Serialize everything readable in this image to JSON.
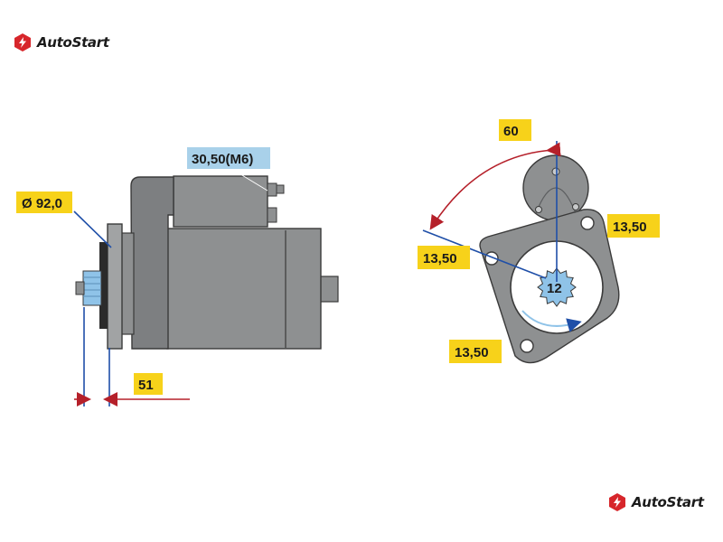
{
  "brand": {
    "name": "AutoStart",
    "accent_color": "#d7262b",
    "icon": "autostart-logo-icon"
  },
  "colors": {
    "body_gray": "#8e9091",
    "dark_gray": "#6c6e70",
    "outline": "#3a3a3a",
    "dim_line_blue": "#1f4fa8",
    "arrow_red": "#b5202a",
    "label_yellow": "#f7d21a",
    "label_blue": "#a9d1ea",
    "shaft_blue": "#8fc3e8"
  },
  "dimensions": {
    "diameter": "Ø 92,0",
    "terminal": "30,50(M6)",
    "flange_offset": "51",
    "angle": "60",
    "hole_right": "13,50",
    "hole_left": "13,50",
    "hole_bottom": "13,50",
    "teeth": "12"
  }
}
